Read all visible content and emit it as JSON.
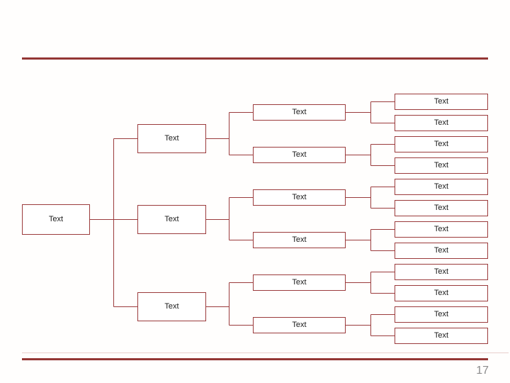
{
  "slide": {
    "page_number": "17",
    "colors": {
      "rule": "#943634",
      "box_border": "#9B3B3C",
      "connector": "#9B3B3C",
      "bottom_light_rule": "#E9CFCD",
      "page_number_text": "#8C8C8C",
      "box_text": "#1A1A1A",
      "background": "#FFFEFD"
    }
  },
  "tree": {
    "root": {
      "label": "Text"
    },
    "level2": [
      {
        "label": "Text"
      },
      {
        "label": "Text"
      },
      {
        "label": "Text"
      }
    ],
    "level3": [
      {
        "label": "Text"
      },
      {
        "label": "Text"
      },
      {
        "label": "Text"
      },
      {
        "label": "Text"
      },
      {
        "label": "Text"
      },
      {
        "label": "Text"
      }
    ],
    "leaves": [
      {
        "label": "Text"
      },
      {
        "label": "Text"
      },
      {
        "label": "Text"
      },
      {
        "label": "Text"
      },
      {
        "label": "Text"
      },
      {
        "label": "Text"
      },
      {
        "label": "Text"
      },
      {
        "label": "Text"
      },
      {
        "label": "Text"
      },
      {
        "label": "Text"
      },
      {
        "label": "Text"
      },
      {
        "label": "Text"
      }
    ]
  }
}
